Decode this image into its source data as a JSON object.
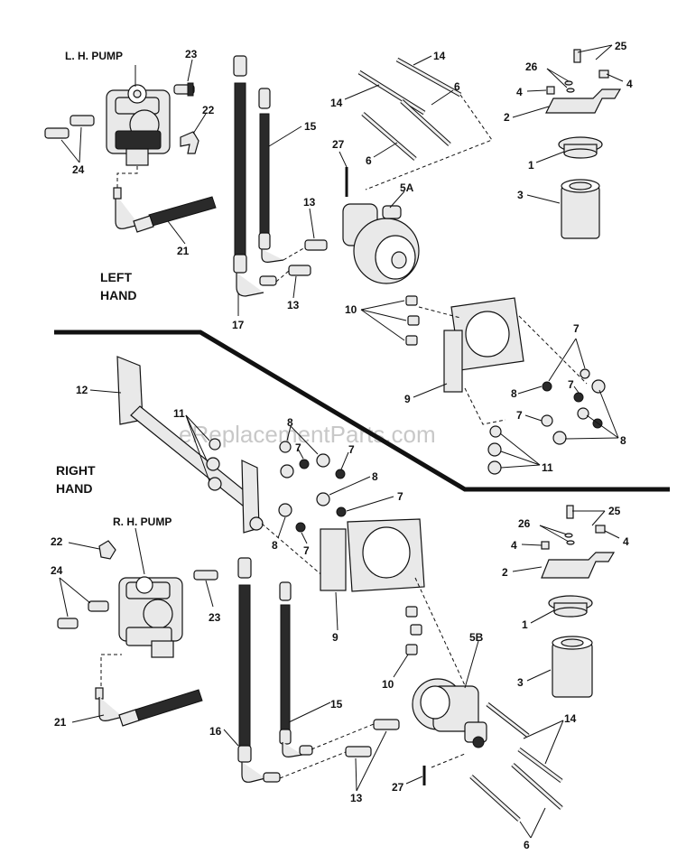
{
  "watermark": "eReplacementParts.com",
  "sections": {
    "left_1": "LEFT",
    "left_2": "HAND",
    "right_1": "RIGHT",
    "right_2": "HAND"
  },
  "pumps": {
    "lh": "L. H. PUMP",
    "rh": "R. H. PUMP"
  },
  "callouts": {
    "c25a": "25",
    "c26a": "26",
    "c4a1": "4",
    "c4a2": "4",
    "c2a": "2",
    "c1a": "1",
    "c3a": "3",
    "c14a1": "14",
    "c14a2": "14",
    "c6a1": "6",
    "c6a2": "6",
    "c27a": "27",
    "c5a": "5A",
    "c23a": "23",
    "c22a": "22",
    "c24a": "24",
    "c15a": "15",
    "c13a1": "13",
    "c13a2": "13",
    "c21a": "21",
    "c17": "17",
    "c10a": "10",
    "c9a": "9",
    "c7r1": "7",
    "c7r2": "7",
    "c7r3": "7",
    "c8r1": "8",
    "c8r2": "8",
    "c11r": "11",
    "c12": "12",
    "c11l": "11",
    "c8m1": "8",
    "c7m1": "7",
    "c8m2": "8",
    "c7m2": "7",
    "c8m3": "8",
    "c7m3": "7",
    "c25b": "25",
    "c26b": "26",
    "c4b1": "4",
    "c4b2": "4",
    "c2b": "2",
    "c1b": "1",
    "c3b": "3",
    "c22b": "22",
    "c24b": "24",
    "c23b": "23",
    "c9b": "9",
    "c10b": "10",
    "c5b": "5B",
    "c15b": "15",
    "c14b": "14",
    "c21b": "21",
    "c16": "16",
    "c13b": "13",
    "c27b": "27",
    "c6b": "6"
  }
}
